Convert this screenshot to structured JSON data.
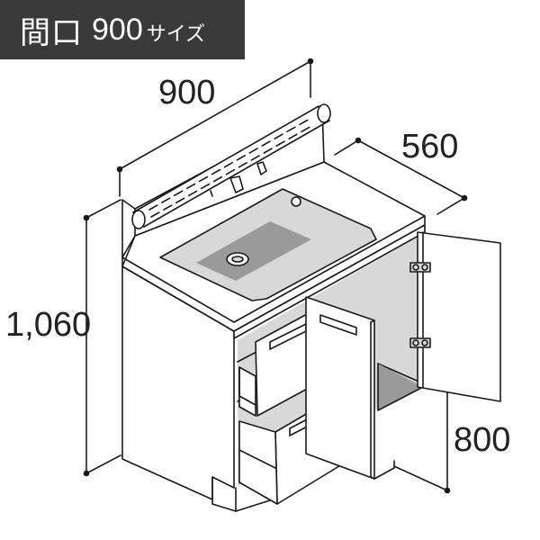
{
  "banner": {
    "label": "間口",
    "size": "900",
    "unit": "サイズ",
    "background": "#3a3a3a",
    "text_color": "#ffffff"
  },
  "dimensions": {
    "width": "900",
    "depth": "560",
    "height": "1,060",
    "counter_height": "800"
  },
  "colors": {
    "line": "#1a1a1a",
    "fill": "#ffffff",
    "shade": "#d8d8d8",
    "dark_shade": "#9a9a9a"
  }
}
